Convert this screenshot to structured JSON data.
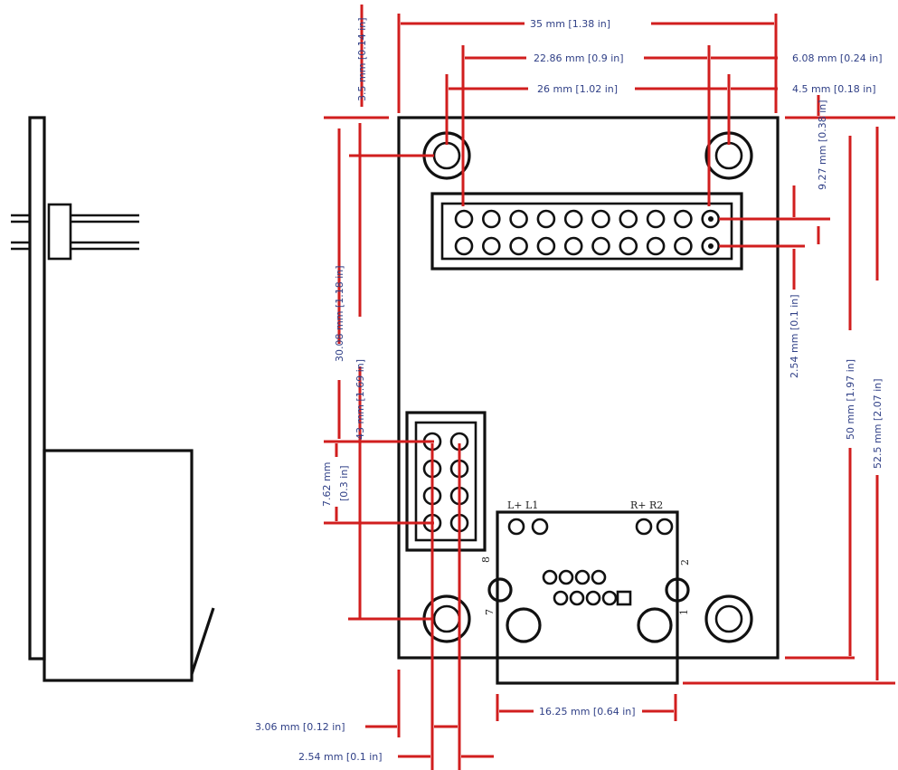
{
  "drawing": {
    "title": "",
    "colors": {
      "outline": "#111111",
      "dimension": "#d11e1e",
      "dimension_text": "#2f3f86"
    }
  },
  "dimensions": {
    "board_width": "35 mm [1.38 in]",
    "header_span": "22.86 mm [0.9 in]",
    "header_offset_right": "6.08 mm [0.24 in]",
    "mount_hole_spacing_x": "26 mm [1.02 in]",
    "mount_hole_offset_right": "4.5 mm [0.18 in]",
    "mount_hole_offset_top": "3.5 mm [0.14 in]",
    "header_offset_top": "9.27 mm [0.38 in]",
    "pin_pitch_right": "2.54 mm [0.1 in]",
    "mount_hole_spacing_y": "30.08 mm [1.18 in]",
    "small_header_offset": "43 mm [1.69 in]",
    "small_header_height_mm": "7.62 mm",
    "small_header_height_in": "[0.3 in]",
    "mount_to_mount_height": "50 mm [1.97 in]",
    "total_height": "52.5 mm [2.07 in]",
    "small_header_offset_left": "3.06 mm [0.12 in]",
    "pin_pitch_bottom": "2.54 mm [0.1 in]",
    "jack_width": "16.25 mm [0.64 in]"
  },
  "labels": {
    "left_pins": "L+ L1",
    "right_pins": "R+ R2",
    "pin_8": "8",
    "pin_7": "7",
    "pin_2": "2",
    "pin_1": "1"
  }
}
